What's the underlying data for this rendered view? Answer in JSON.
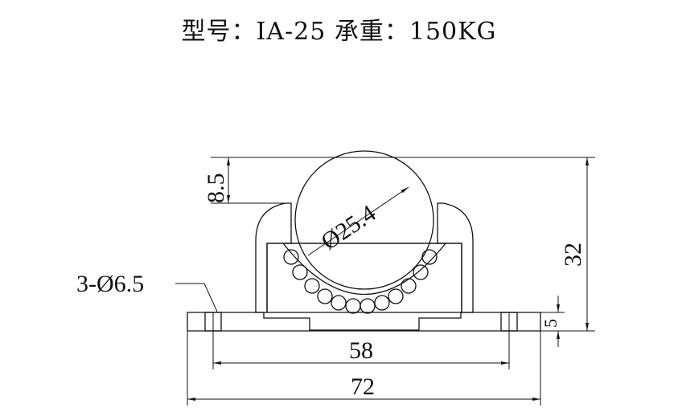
{
  "title": "型号：IA-25 承重：150KG",
  "dimensions": {
    "ball_diameter": "Ø25.4",
    "top_offset": "8.5",
    "total_height": "32",
    "flange_thickness": "5",
    "holes": "3-Ø6.5",
    "hole_spacing": "58",
    "overall_width": "72"
  }
}
